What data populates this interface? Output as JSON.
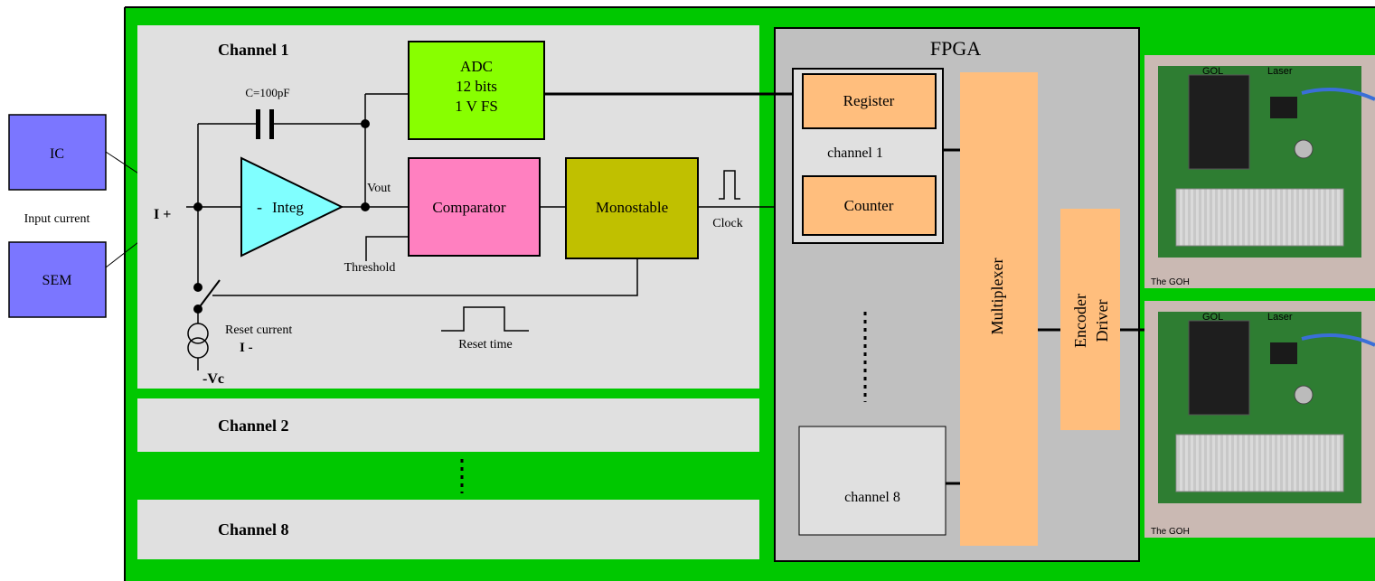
{
  "inputs": {
    "ic": "IC",
    "sem": "SEM",
    "input_current": "Input current"
  },
  "channel1": {
    "title": "Channel 1",
    "capacitor": "C=100pF",
    "adc": [
      "ADC",
      "12 bits",
      "1 V FS"
    ],
    "integ": "Integ",
    "integ_minus": "-",
    "i_plus": "I +",
    "vout": "Vout",
    "comparator": "Comparator",
    "threshold": "Threshold",
    "monostable": "Monostable",
    "clock": "Clock",
    "reset_current": "Reset current",
    "i_minus": "I -",
    "vc": "-Vc",
    "reset_time": "Reset time"
  },
  "channels": {
    "ch2": "Channel 2",
    "ch8": "Channel 8"
  },
  "fpga": {
    "title": "FPGA",
    "register": "Register",
    "channel1": "channel 1",
    "counter": "Counter",
    "channel8": "channel 8",
    "multiplexer": "Multiplexer",
    "encoder": "Encoder",
    "driver": "Driver"
  },
  "photos": {
    "gol": "GOL",
    "laser": "Laser",
    "caption": "The GOH"
  },
  "colors": {
    "background_green": "#00c800",
    "panel_gray": "#e0e0e0",
    "fpga_gray": "#c0c0c0",
    "input_blue": "#7b76ff",
    "adc_green": "#88ff00",
    "integ_cyan": "#80ffff",
    "comparator_pink": "#ff80c0",
    "monostable_olive": "#c0c000",
    "fpga_orange": "#ffbe7d"
  }
}
